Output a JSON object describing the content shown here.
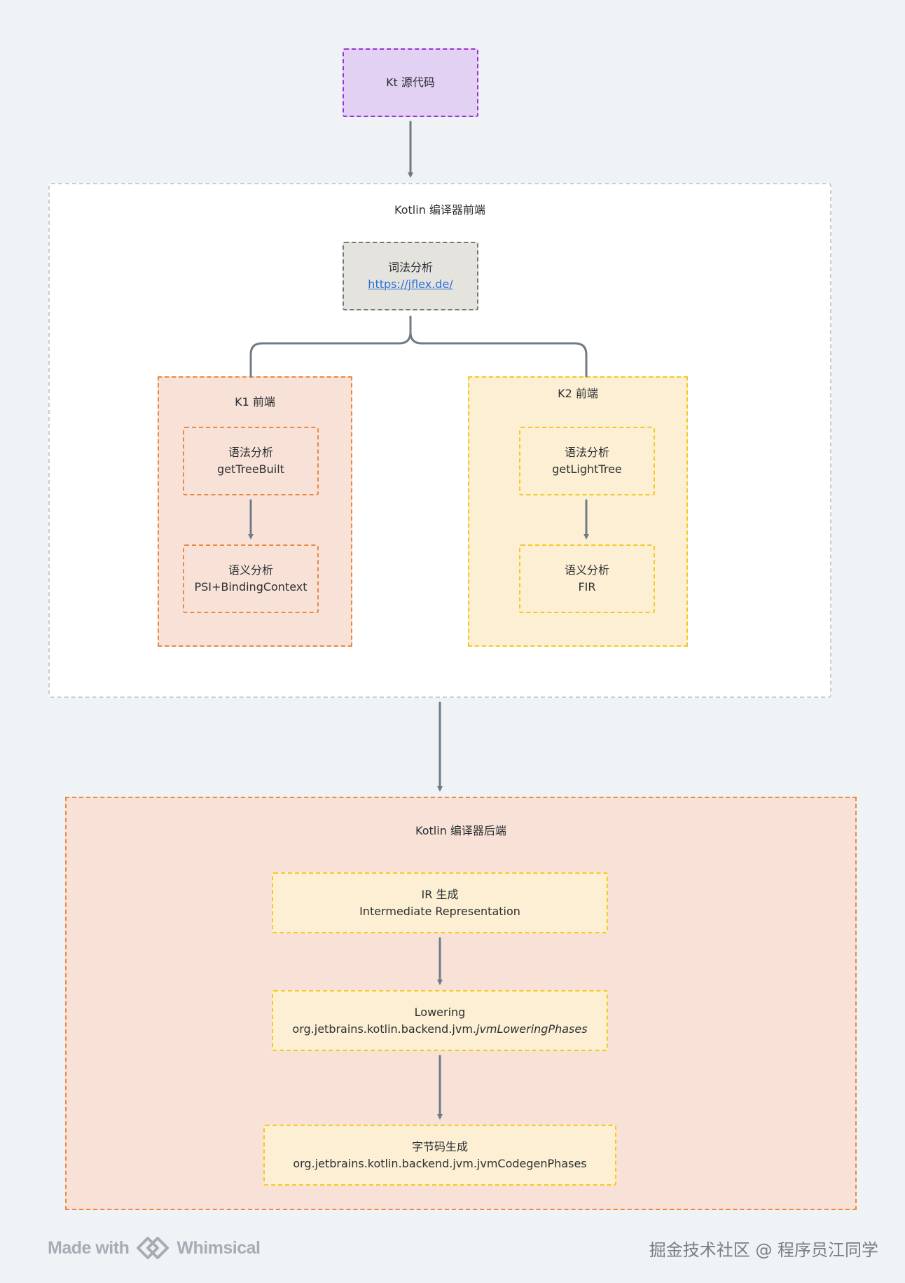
{
  "nodes": {
    "source": {
      "label": "Kt 源代码"
    },
    "frontend": {
      "title": "Kotlin 编译器前端"
    },
    "lexer": {
      "label": "词法分析",
      "link": "https://jflex.de/"
    },
    "k1": {
      "title": "K1 前端",
      "syntax": {
        "label": "语法分析",
        "detail": "getTreeBuilt"
      },
      "semantic": {
        "label": "语义分析",
        "detail": "PSI+BindingContext"
      }
    },
    "k2": {
      "title": "K2 前端",
      "syntax": {
        "label": "语法分析",
        "detail": "getLightTree"
      },
      "semantic": {
        "label": "语义分析",
        "detail": "FIR"
      }
    },
    "backend": {
      "title": "Kotlin 编译器后端",
      "ir": {
        "label": "IR 生成",
        "detail": "Intermediate Representation"
      },
      "lowering": {
        "label": "Lowering",
        "detail_prefix": "org.jetbrains.kotlin.backend.jvm.",
        "detail_italic": "jvmLoweringPhases"
      },
      "bytecode": {
        "label": "字节码生成",
        "detail": "org.jetbrains.kotlin.backend.jvm.jvmCodegenPhases"
      }
    }
  },
  "footer": {
    "made_with": "Made with",
    "brand": "Whimsical",
    "watermark": "掘金技术社区 @ 程序员江同学"
  },
  "colors": {
    "arrow": "#6f7b86",
    "purple_fill": "#e3d1f4",
    "peach_fill": "#f8e2d8",
    "yellow_fill": "#fcefd3",
    "grey_fill": "#e5e3de",
    "link": "#2b6fd6"
  }
}
